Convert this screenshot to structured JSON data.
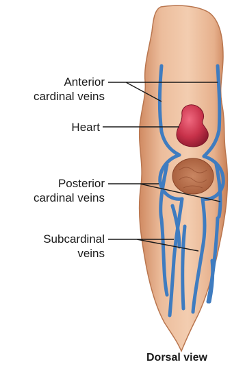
{
  "figure": {
    "labels": {
      "anterior_line1": "Anterior",
      "anterior_line2": "cardinal veins",
      "heart": "Heart",
      "posterior_line1": "Posterior",
      "posterior_line2": "cardinal veins",
      "subcardinal_line1": "Subcardinal",
      "subcardinal_line2": "veins"
    },
    "caption": "Dorsal view"
  },
  "colors": {
    "body": "#eab997",
    "body_shadow": "#d9966e",
    "vein": "#3f7cc0",
    "heart": "#c8324a",
    "mesonephros": "#b5623a",
    "leader": "#1a1a1a"
  }
}
